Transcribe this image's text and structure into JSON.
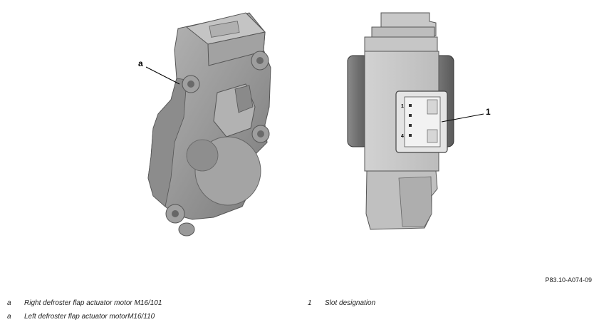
{
  "figure_id": "P83.10-A074-09",
  "callouts": {
    "left_letter": "a",
    "right_number": "1"
  },
  "connector_pins": {
    "top": "1",
    "bottom": "4"
  },
  "legend": {
    "left": [
      {
        "key": "a",
        "text": "Right defroster flap actuator motor M16/101"
      },
      {
        "key": "a",
        "text": "Left defroster flap actuator motorM16/110"
      }
    ],
    "right": [
      {
        "key": "1",
        "text": "Slot designation"
      }
    ]
  }
}
